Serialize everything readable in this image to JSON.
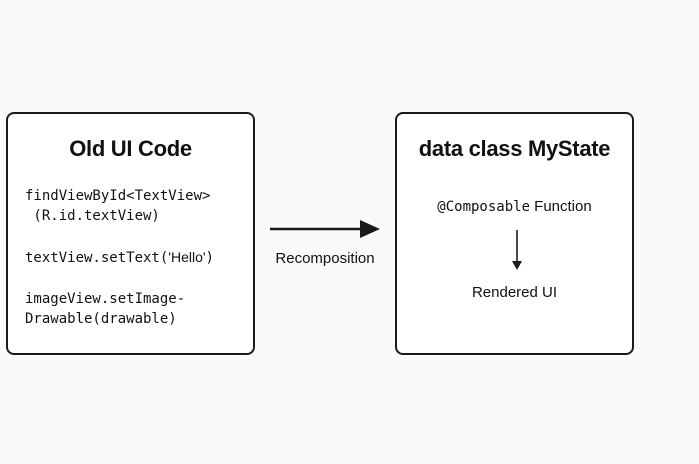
{
  "left_box": {
    "title": "Old UI Code",
    "code_line_1": "findViewById<TextView>",
    "code_line_2": " (R.id.textView)",
    "code_line_3_pre": "textView.setText(",
    "code_line_3_str": "'Hello'",
    "code_line_3_post": ")",
    "code_line_4": "imageView.setImage-",
    "code_line_5": "Drawable(drawable)"
  },
  "arrow": {
    "label": "Recomposition"
  },
  "right_box": {
    "title": "data class MyState",
    "composable_annotation": "@Composable",
    "composable_word": " Function",
    "rendered": "Rendered UI"
  },
  "colors": {
    "stroke": "#1a1a1a",
    "text": "#111111",
    "background": "#fafafa"
  }
}
